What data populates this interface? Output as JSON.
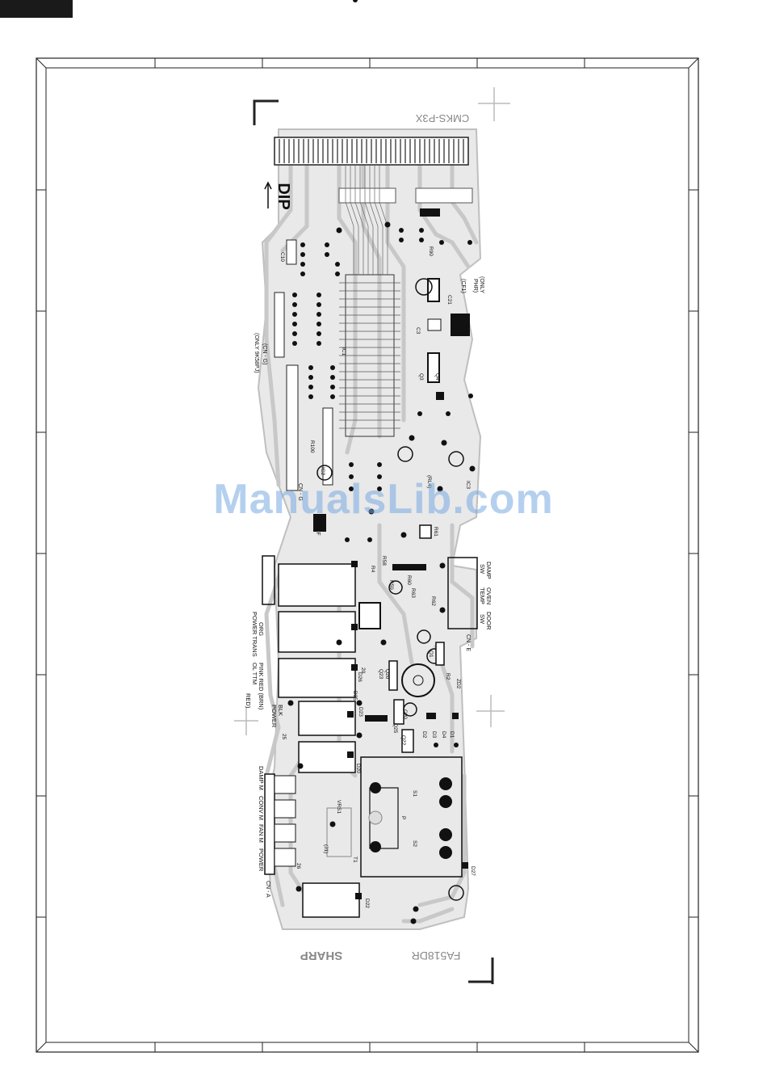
{
  "watermark": "ManualsLib.com",
  "board": {
    "part_code_top": "CMKS-P3X",
    "part_code_bottom": "FA518DR",
    "brand": "SHARP",
    "orientation_label": "DIP"
  },
  "connectors": {
    "cn_a": "CN - A",
    "cn_e": "CN - E",
    "cn_f": "CN - F",
    "cn_g": "CN - G",
    "cn_g_note1": "(CN - G)",
    "cn_g_note2": "(ONLY 9K58PJ)"
  },
  "harness_labels": {
    "org": "ORG",
    "power_trans": "POWER TRANS",
    "pink_red": "PINK RED (BRN)",
    "oltm": "OL TTM",
    "red": "RED)",
    "blk": "BLK",
    "power_blk": "POWER",
    "damp_m": "DAMP M",
    "conv_m": "CONV M",
    "fan_m": "FAN M",
    "power_cn_a": "POWER"
  },
  "switch_labels": {
    "damp": "DAMP",
    "oven": "OVEN",
    "door": "DOOR",
    "sw": "SW",
    "temp": "TEMP",
    "sw2": "SW"
  },
  "only_labels": {
    "only_y": "(ONLY",
    "phr": "PHR)",
    "cf1": "(CF1)"
  },
  "components": {
    "ic1": "IC1",
    "ic2": "IC2",
    "ic3": "IC3",
    "c10": "C10",
    "r100": "R100",
    "r90": "R90",
    "r58": "R58",
    "r59": "R59",
    "r60": "R60",
    "r61": "R61",
    "r62": "R62",
    "r63": "R63",
    "r4": "R4",
    "r2": "R2",
    "d20": "D20",
    "d22": "D22",
    "d23": "D23",
    "d25": "D25",
    "d26": "D26",
    "d27": "D27",
    "d1": "D1",
    "d2": "D2",
    "d3": "D3",
    "d4": "D4",
    "q1": "Q1",
    "q3": "Q3",
    "q4": "Q4",
    "q20": "Q20",
    "q22": "Q22",
    "q23": "Q23",
    "q25": "Q25",
    "zd2": "ZD2",
    "c3": "C3",
    "c20": "C20",
    "c21": "C21",
    "s1": "S1",
    "s2": "S2",
    "t1": "T1",
    "vrs1": "VRS1",
    "j1": "(J1)",
    "p": "P",
    "rl4": "(RL4)",
    "num25": "25",
    "num26": "26",
    "num20": "20"
  }
}
